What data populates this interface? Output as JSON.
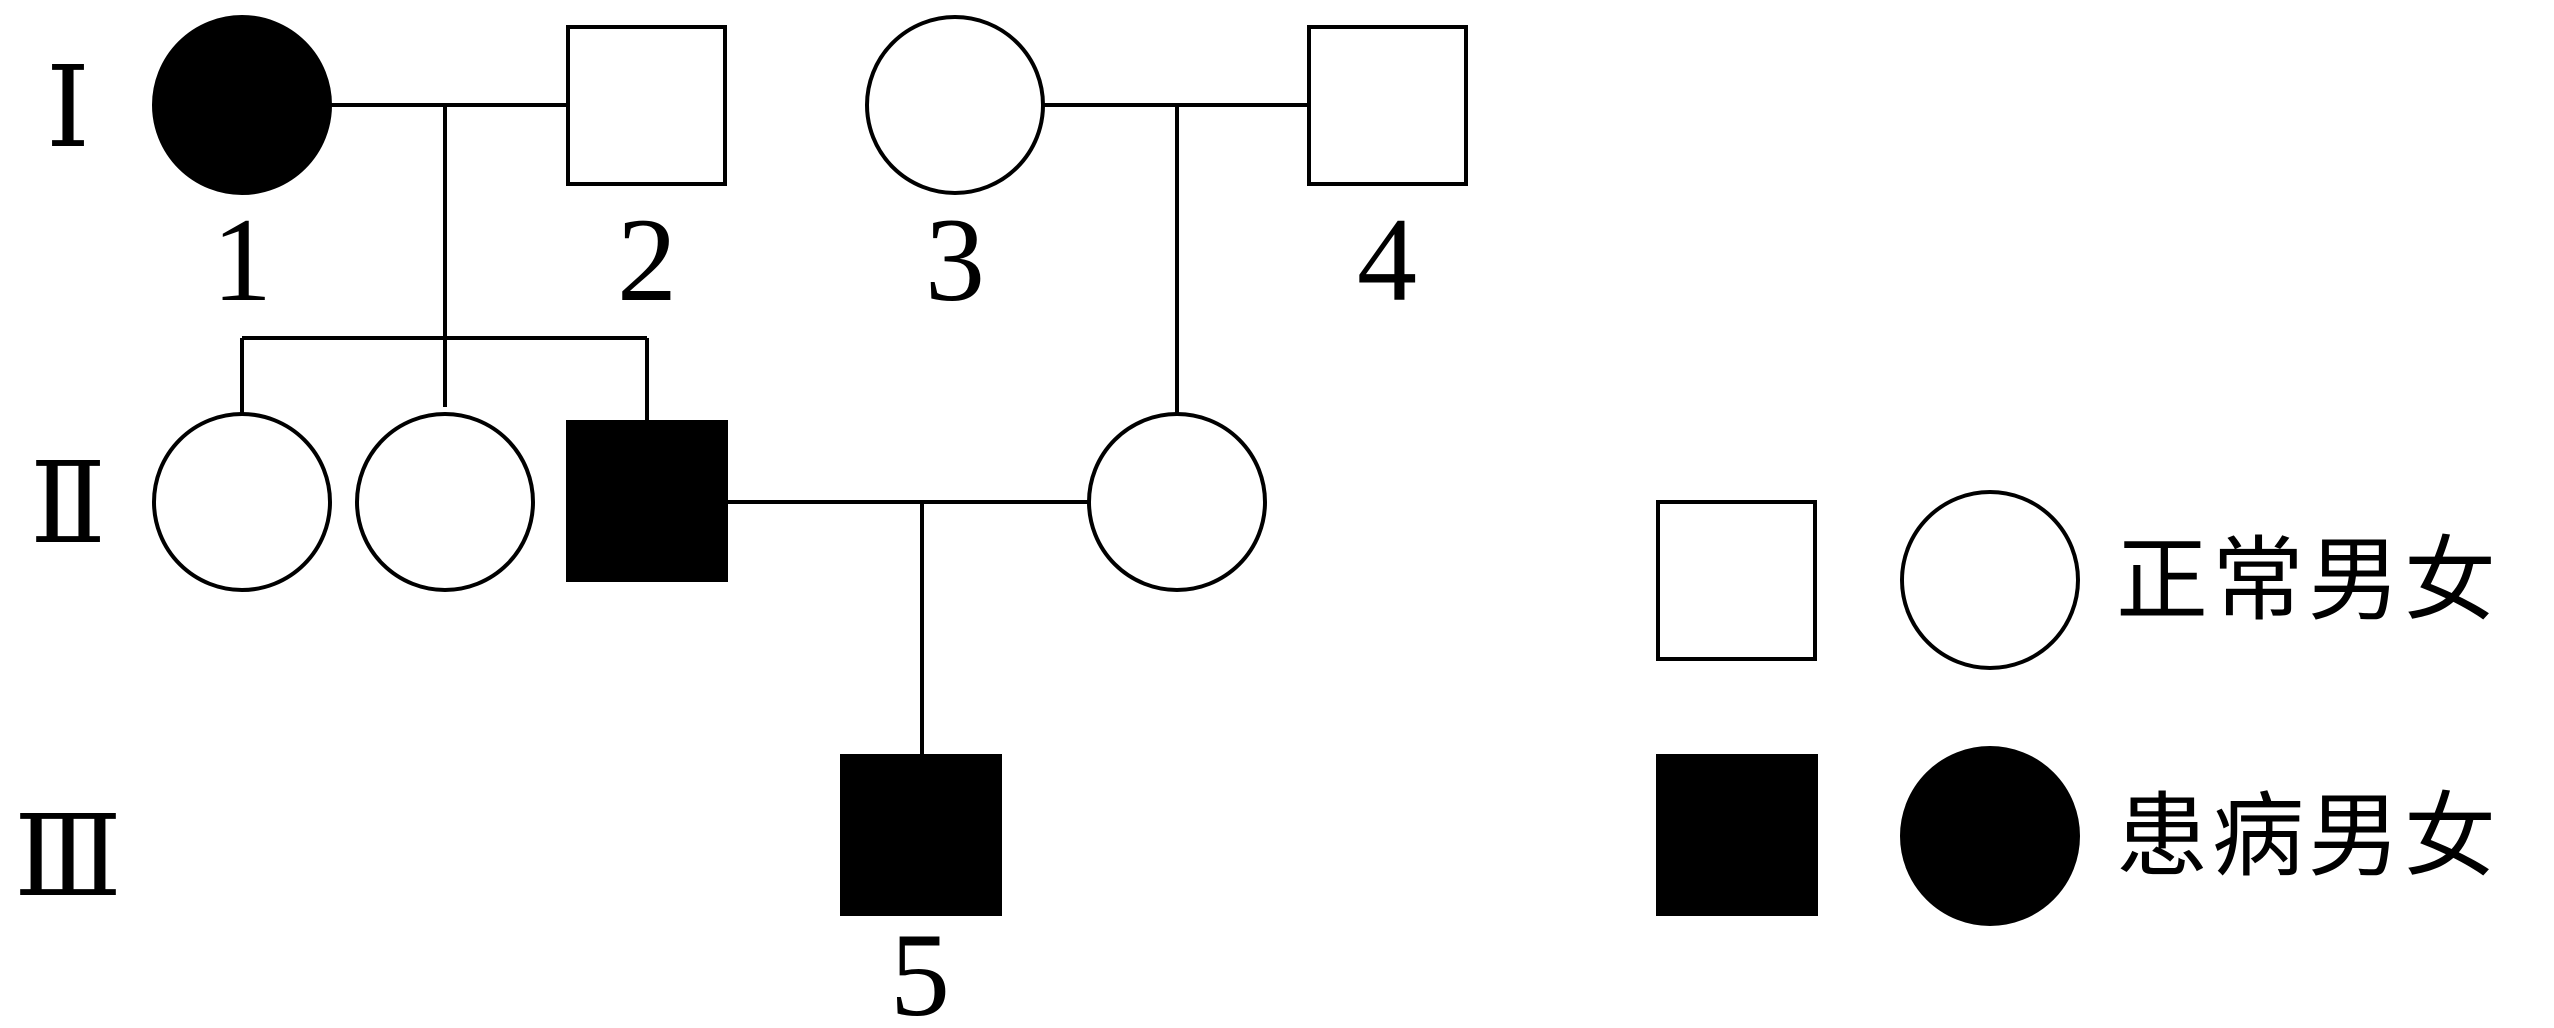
{
  "pedigree": {
    "generations": {
      "g1": "Ⅰ",
      "g2": "Ⅱ",
      "g3": "Ⅲ"
    },
    "individuals": {
      "i1": {
        "label": "1",
        "sex": "female",
        "affected": true
      },
      "i2": {
        "label": "2",
        "sex": "male",
        "affected": false
      },
      "i3": {
        "label": "3",
        "sex": "female",
        "affected": false
      },
      "i4": {
        "label": "4",
        "sex": "male",
        "affected": false
      },
      "ii1": {
        "sex": "female",
        "affected": false
      },
      "ii2": {
        "sex": "female",
        "affected": false
      },
      "ii3": {
        "sex": "male",
        "affected": true
      },
      "ii4": {
        "sex": "female",
        "affected": false
      },
      "iii5": {
        "label": "5",
        "sex": "male",
        "affected": true
      }
    }
  },
  "legend": {
    "normal_label": "正常男女",
    "affected_label": "患病男女"
  },
  "colors": {
    "affected_fill": "#000000",
    "normal_fill": "#ffffff",
    "stroke": "#000000"
  }
}
